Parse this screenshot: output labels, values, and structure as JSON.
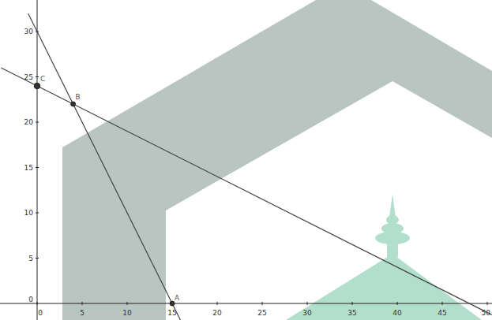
{
  "diagram": {
    "labels": [
      "0",
      "5",
      "10",
      "15",
      "20",
      "25",
      "30",
      "35",
      "40",
      "45",
      "50",
      "0",
      "5",
      "10",
      "15",
      "20",
      "25",
      "30",
      "A",
      "B",
      "C"
    ]
  }
}
